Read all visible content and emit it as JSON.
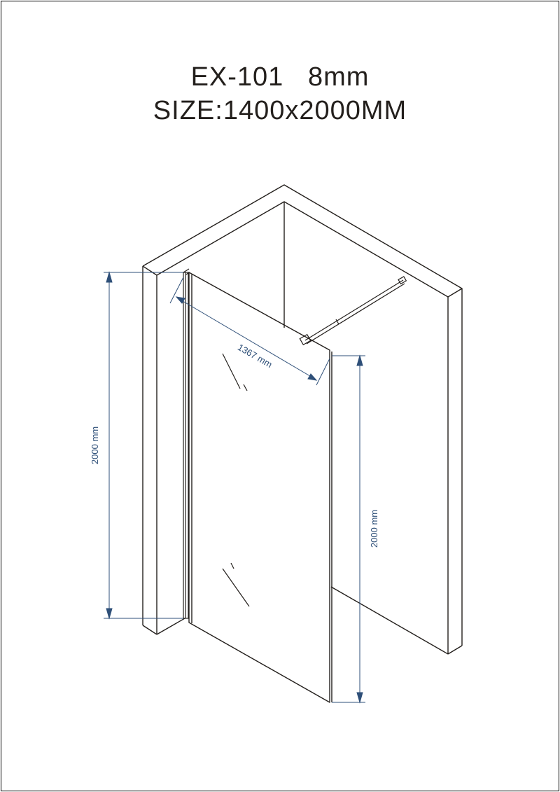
{
  "title": {
    "model_line": "EX-101   8mm",
    "size_line": "SIZE:1400x2000MM"
  },
  "dimensions": {
    "left_height": "2000 mm",
    "right_height": "2000 mm",
    "glass_width": "1367 mm"
  },
  "colors": {
    "outline": "#231f1c",
    "dimension": "#2e4f78",
    "frame": "#000000",
    "background": "#ffffff"
  }
}
